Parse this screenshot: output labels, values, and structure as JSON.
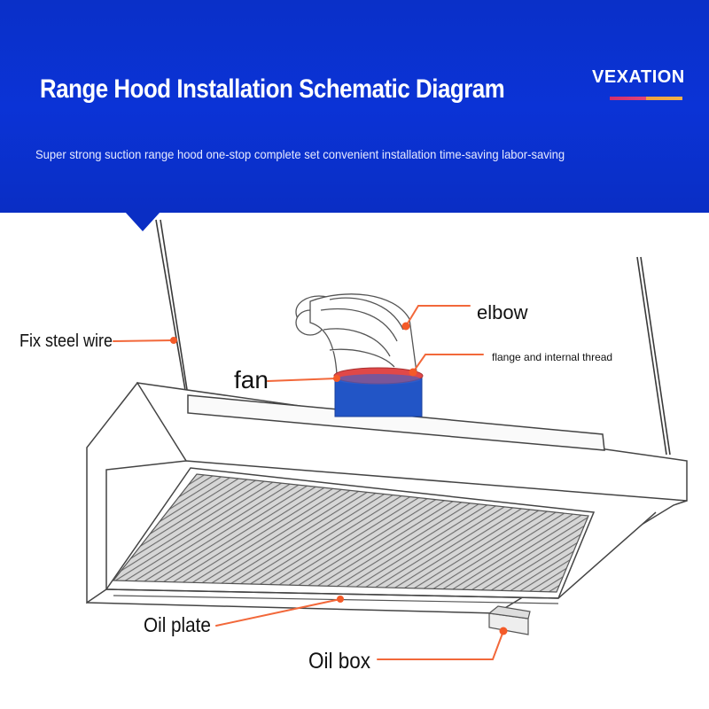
{
  "header": {
    "title": "Range Hood Installation Schematic Diagram",
    "subtitle": "Super strong suction range hood one-stop complete set convenient installation time-saving labor-saving",
    "brand": "VEXATION",
    "background_color": "#0b33d6"
  },
  "labels": {
    "fix_steel_wire": "Fix steel wire",
    "fan": "fan",
    "elbow": "elbow",
    "flange": "flange and internal thread",
    "oil_plate": "Oil plate",
    "oil_box": "Oil box"
  },
  "colors": {
    "leader_line": "#f2683a",
    "leader_dot": "#f45a28",
    "fan_body": "#2255c6",
    "flange_ring": "#e04848",
    "outline": "#444444"
  }
}
